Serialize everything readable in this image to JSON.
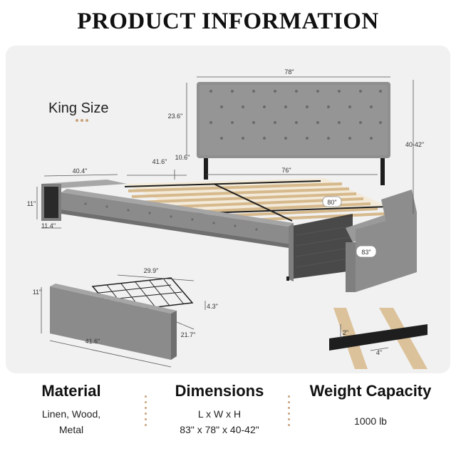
{
  "header": {
    "title": "PRODUCT INFORMATION"
  },
  "badge": {
    "size_label": "King Size"
  },
  "dimensions_labels": {
    "headboard_width": "78\"",
    "headboard_height": "23.6\"",
    "headboard_clearance": "10.6\"",
    "total_height": "40-42\"",
    "frame_width": "76\"",
    "frame_length": "80\"",
    "overall_length": "83\"",
    "drawer_box_length_a": "40.4\"",
    "drawer_box_length_b": "41.6\"",
    "drawer_box_height": "11\"",
    "drawer_box_depth": "11.4\"",
    "drawer_width": "29.9\"",
    "drawer_front_height": "11\"",
    "drawer_basket_height": "4.3\"",
    "drawer_depth": "21.7\"",
    "drawer_front_length": "41.6\"",
    "slat_thickness": "2\"",
    "slat_width": "4\""
  },
  "features": [
    {
      "title": "Material",
      "lines": [
        "Linen, Wood,",
        "Metal"
      ]
    },
    {
      "title": "Dimensions",
      "lines": [
        "L x W x H",
        "83\" x 78\" x 40-42\""
      ]
    },
    {
      "title": "Weight Capacity",
      "lines": [
        "1000 lb"
      ]
    }
  ],
  "colors": {
    "fabric": "#8f8f8f",
    "fabric_dark": "#6f6f6f",
    "wood": "#dcc29a",
    "metal": "#1e1e1e",
    "accent_dots": "#c8a27c"
  }
}
